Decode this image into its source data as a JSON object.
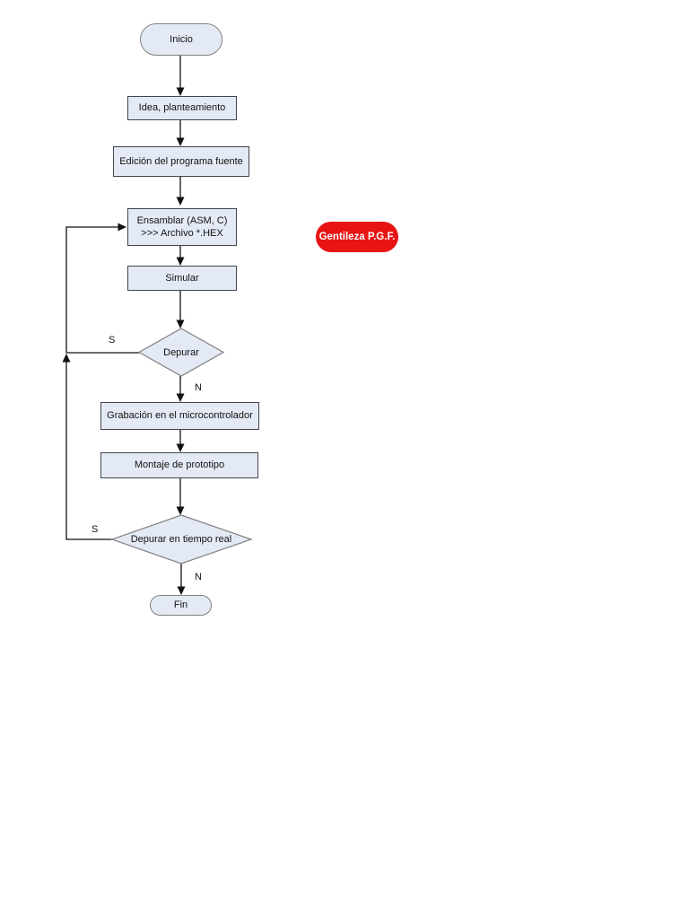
{
  "theme": {
    "node_fill": "#e4eaf5",
    "shape_stroke": "#808080",
    "rect_stroke": "#41454e",
    "line_color": "#111111",
    "text_color": "#111111",
    "badge_fill": "#e81313",
    "badge_text_color": "#ffffff"
  },
  "flowchart": {
    "nodes": {
      "start": {
        "type": "terminator",
        "label": "Inicio"
      },
      "idea": {
        "type": "process",
        "label": "Idea, planteamiento"
      },
      "edicion": {
        "type": "process",
        "label": "Edición del programa fuente"
      },
      "ensamblar": {
        "type": "process",
        "line1": "Ensamblar (ASM, C)",
        "line2": ">>> Archivo *.HEX"
      },
      "simular": {
        "type": "process",
        "label": "Simular"
      },
      "depurar": {
        "type": "decision",
        "label": "Depurar"
      },
      "grabacion": {
        "type": "process",
        "label": "Grabación en el microcontrolador"
      },
      "montaje": {
        "type": "process",
        "label": "Montaje de prototipo"
      },
      "depurar_tiempo_real": {
        "type": "decision",
        "label": "Depurar en tiempo real"
      },
      "fin": {
        "type": "terminator",
        "label": "Fin"
      }
    },
    "branch_labels": {
      "depurar_yes": "S",
      "depurar_no": "N",
      "depurar_rt_yes": "S",
      "depurar_rt_no": "N"
    }
  },
  "badge": {
    "label": "Gentileza P.G.F."
  }
}
